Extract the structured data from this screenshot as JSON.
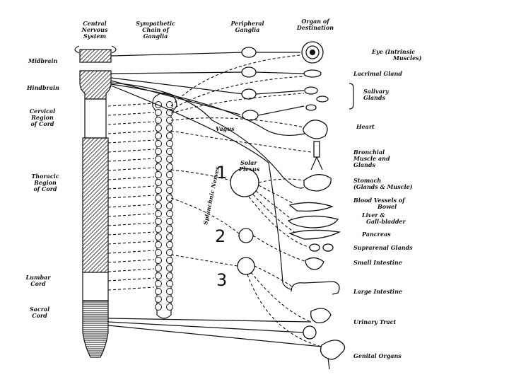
{
  "headers": {
    "central": [
      "Central",
      "Nervous",
      "System"
    ],
    "chain": [
      "Sympathetic",
      "Chain of",
      "Ganglia"
    ],
    "peripheral": [
      "Peripheral",
      "Ganglia"
    ],
    "organ": [
      "Organ of",
      "Destination"
    ]
  },
  "regions": {
    "midbrain": "Midbrain",
    "hindbrain": "Hindbrain",
    "cervical": [
      "Cervical",
      "Region",
      "of Cord"
    ],
    "thoracic": [
      "Thoracic",
      "Region",
      "of Cord"
    ],
    "lumbar": [
      "Lumbar",
      "Cord"
    ],
    "sacral": [
      "Sacral",
      "Cord"
    ]
  },
  "nerve_labels": {
    "vagus": "Vagus",
    "solar": [
      "Solar",
      "Plexus"
    ],
    "splanchnic": "Splanchnic Nerves"
  },
  "plexus_numbers": [
    "1",
    "2",
    "3"
  ],
  "organs": {
    "eye": [
      "Eye (Intrinsic",
      "Muscles)"
    ],
    "lacrimal": "Lacrimal Gland",
    "salivary": [
      "Salivary",
      "Glands"
    ],
    "heart": "Heart",
    "bronchial": [
      "Bronchial",
      "Muscle and",
      "Glands"
    ],
    "stomach": [
      "Stomach",
      "(Glands & Muscle)"
    ],
    "bowel": [
      "Blood Vessels of",
      "Bowel"
    ],
    "liver": [
      "Liver &",
      "Gall-bladder"
    ],
    "pancreas": "Pancreas",
    "suprarenal": "Suprarenal Glands",
    "small_intestine": "Small Intestine",
    "large_intestine": "Large Intestine",
    "urinary": "Urinary Tract",
    "genital": "Genital Organs"
  }
}
